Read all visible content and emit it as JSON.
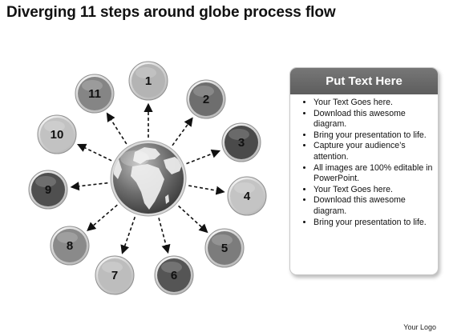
{
  "title": "Diverging 11 steps around globe process flow",
  "steps": [
    {
      "label": "1",
      "shade": "#b4b4b4"
    },
    {
      "label": "2",
      "shade": "#6e6e6e"
    },
    {
      "label": "3",
      "shade": "#4a4a4a"
    },
    {
      "label": "4",
      "shade": "#c4c4c4"
    },
    {
      "label": "5",
      "shade": "#7c7c7c"
    },
    {
      "label": "6",
      "shade": "#555555"
    },
    {
      "label": "7",
      "shade": "#bdbdbd"
    },
    {
      "label": "8",
      "shade": "#8a8a8a"
    },
    {
      "label": "9",
      "shade": "#4f4f4f"
    },
    {
      "label": "10",
      "shade": "#c2c2c2"
    },
    {
      "label": "11",
      "shade": "#858585"
    }
  ],
  "panel": {
    "header": "Put Text Here",
    "items": [
      "Your Text Goes here.",
      "Download this awesome diagram.",
      "Bring your presentation to life.",
      "Capture your audience’s attention.",
      "All images are 100% editable in PowerPoint.",
      "Your Text Goes here.",
      "Download this awesome diagram.",
      "Bring your presentation to life."
    ]
  },
  "logo": "Your Logo",
  "colors": {
    "header_bg": "#6a6a6a",
    "arrow": "#111111",
    "globe_land": "#f0f0f0",
    "globe_ocean": "#707070"
  }
}
